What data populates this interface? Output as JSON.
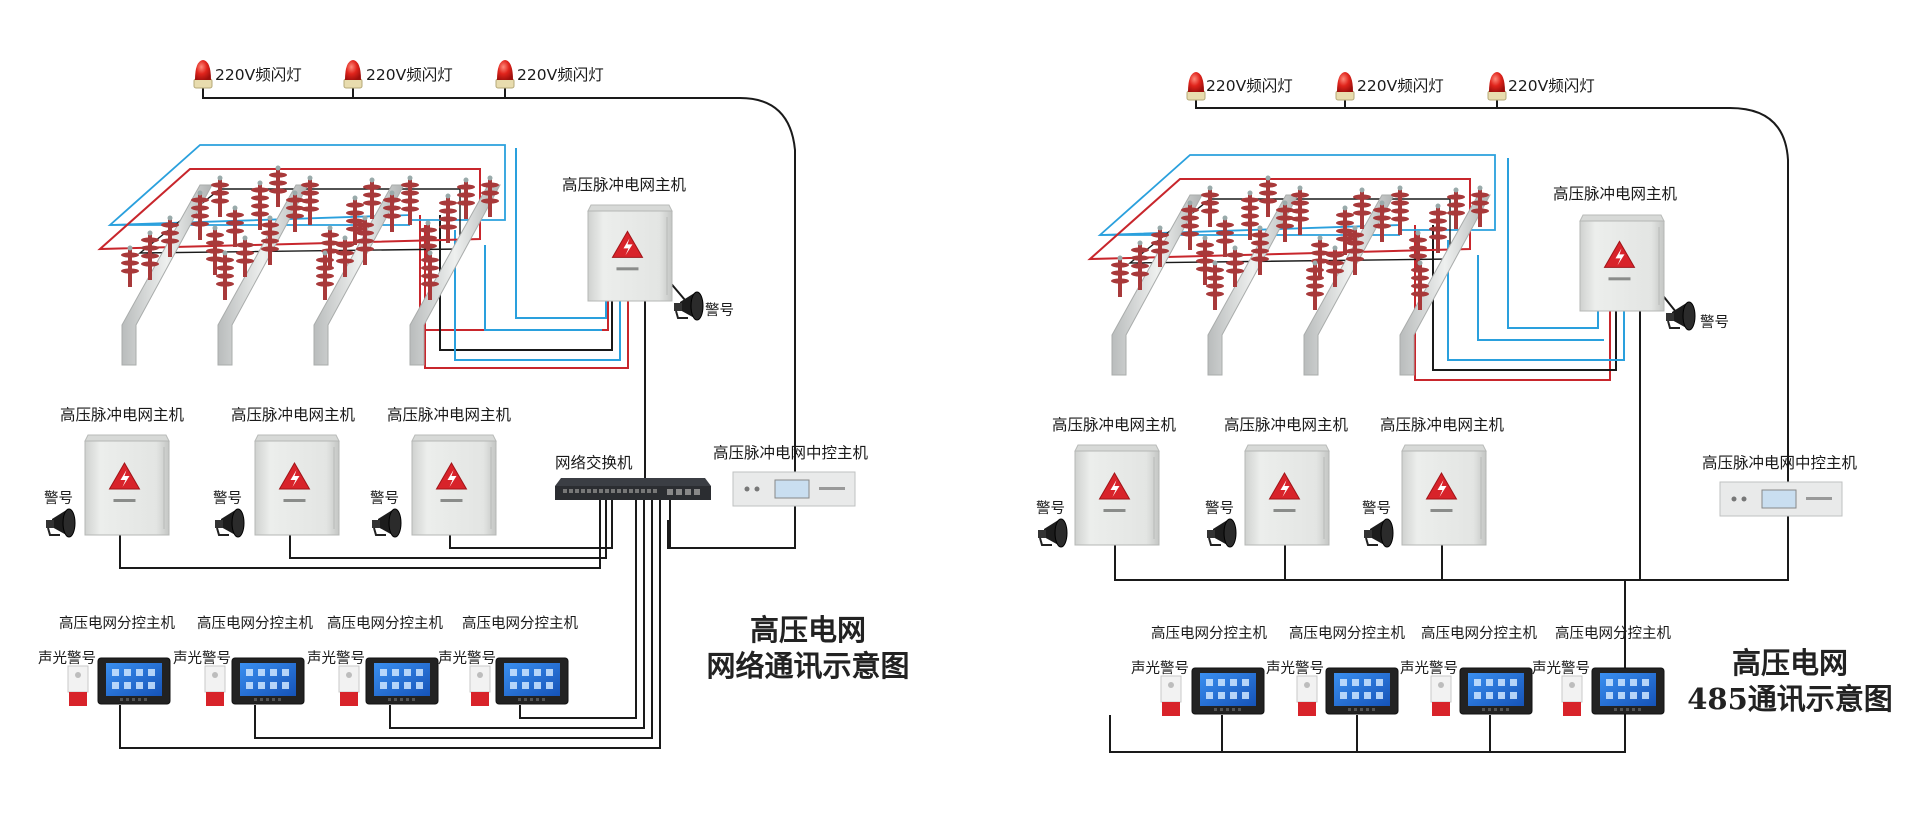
{
  "colors": {
    "blue_wire": "#2aa0dd",
    "red_wire": "#c8262c",
    "black_wire": "#1a1a1a",
    "insulator": "#a8393a",
    "cabinet": "#e4e5e3",
    "warning": "#d8232a",
    "screen": "#1d6fd6",
    "switch": "#2b2d31"
  },
  "left": {
    "beacon_label": "220V频闪灯",
    "main_host_label": "高压脉冲电网主机",
    "horn_label": "警号",
    "host_label": "高压脉冲电网主机",
    "switch_label": "网络交换机",
    "central_label": "高压脉冲电网中控主机",
    "sub_label": "高压电网分控主机",
    "siren_label": "声光警号",
    "title_line1": "高压电网",
    "title_line2": "网络通讯示意图"
  },
  "right": {
    "beacon_label": "220V频闪灯",
    "main_host_label": "高压脉冲电网主机",
    "horn_label": "警号",
    "host_label": "高压脉冲电网主机",
    "central_label": "高压脉冲电网中控主机",
    "sub_label": "高压电网分控主机",
    "siren_label": "声光警号",
    "title_line1": "高压电网",
    "title_line2": "485通讯示意图"
  }
}
